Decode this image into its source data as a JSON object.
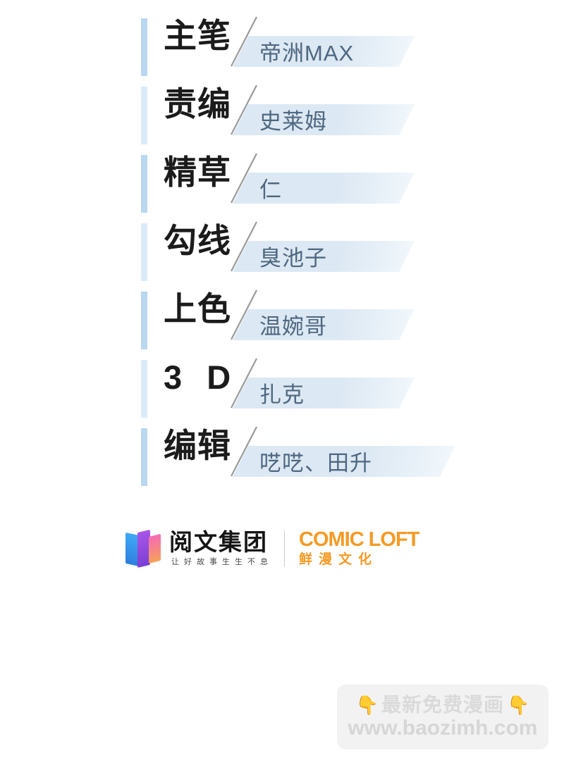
{
  "credits": {
    "rows": [
      {
        "role": "主笔",
        "name": "帝洲MAX",
        "plate_width": 190,
        "bar_tone": "dark"
      },
      {
        "role": "责编",
        "name": "史莱姆",
        "plate_width": 190,
        "bar_tone": "light"
      },
      {
        "role": "精草",
        "name": "仁",
        "plate_width": 190,
        "bar_tone": "dark"
      },
      {
        "role": "勾线",
        "name": "臭池子",
        "plate_width": 190,
        "bar_tone": "light"
      },
      {
        "role": "上色",
        "name": "温婉哥",
        "plate_width": 190,
        "bar_tone": "dark"
      },
      {
        "role": "3 D",
        "name": "扎克",
        "plate_width": 190,
        "bar_tone": "light"
      },
      {
        "role": "编辑",
        "name": "呓呓、田升",
        "plate_width": 248,
        "bar_tone": "dark"
      }
    ]
  },
  "logos": {
    "yuewen": {
      "name": "阅文集团",
      "tagline": "让好故事生生不息"
    },
    "comicloft": {
      "name": "COMIC LOFT",
      "subtitle": "鲜漫文化"
    }
  },
  "watermark": {
    "hand_left": "👇",
    "headline": "最新免费漫画",
    "hand_right": "👇",
    "url": "www.baozimh.com"
  },
  "colors": {
    "bar_dark": "#b9d7ef",
    "bar_light": "#dceaf8",
    "plate_bg": "#dce8f3",
    "name_text": "#4f6780",
    "role_text": "#1b1b1b",
    "brand_orange": "#f59a24",
    "watermark_grey": "#d4d4d4"
  }
}
